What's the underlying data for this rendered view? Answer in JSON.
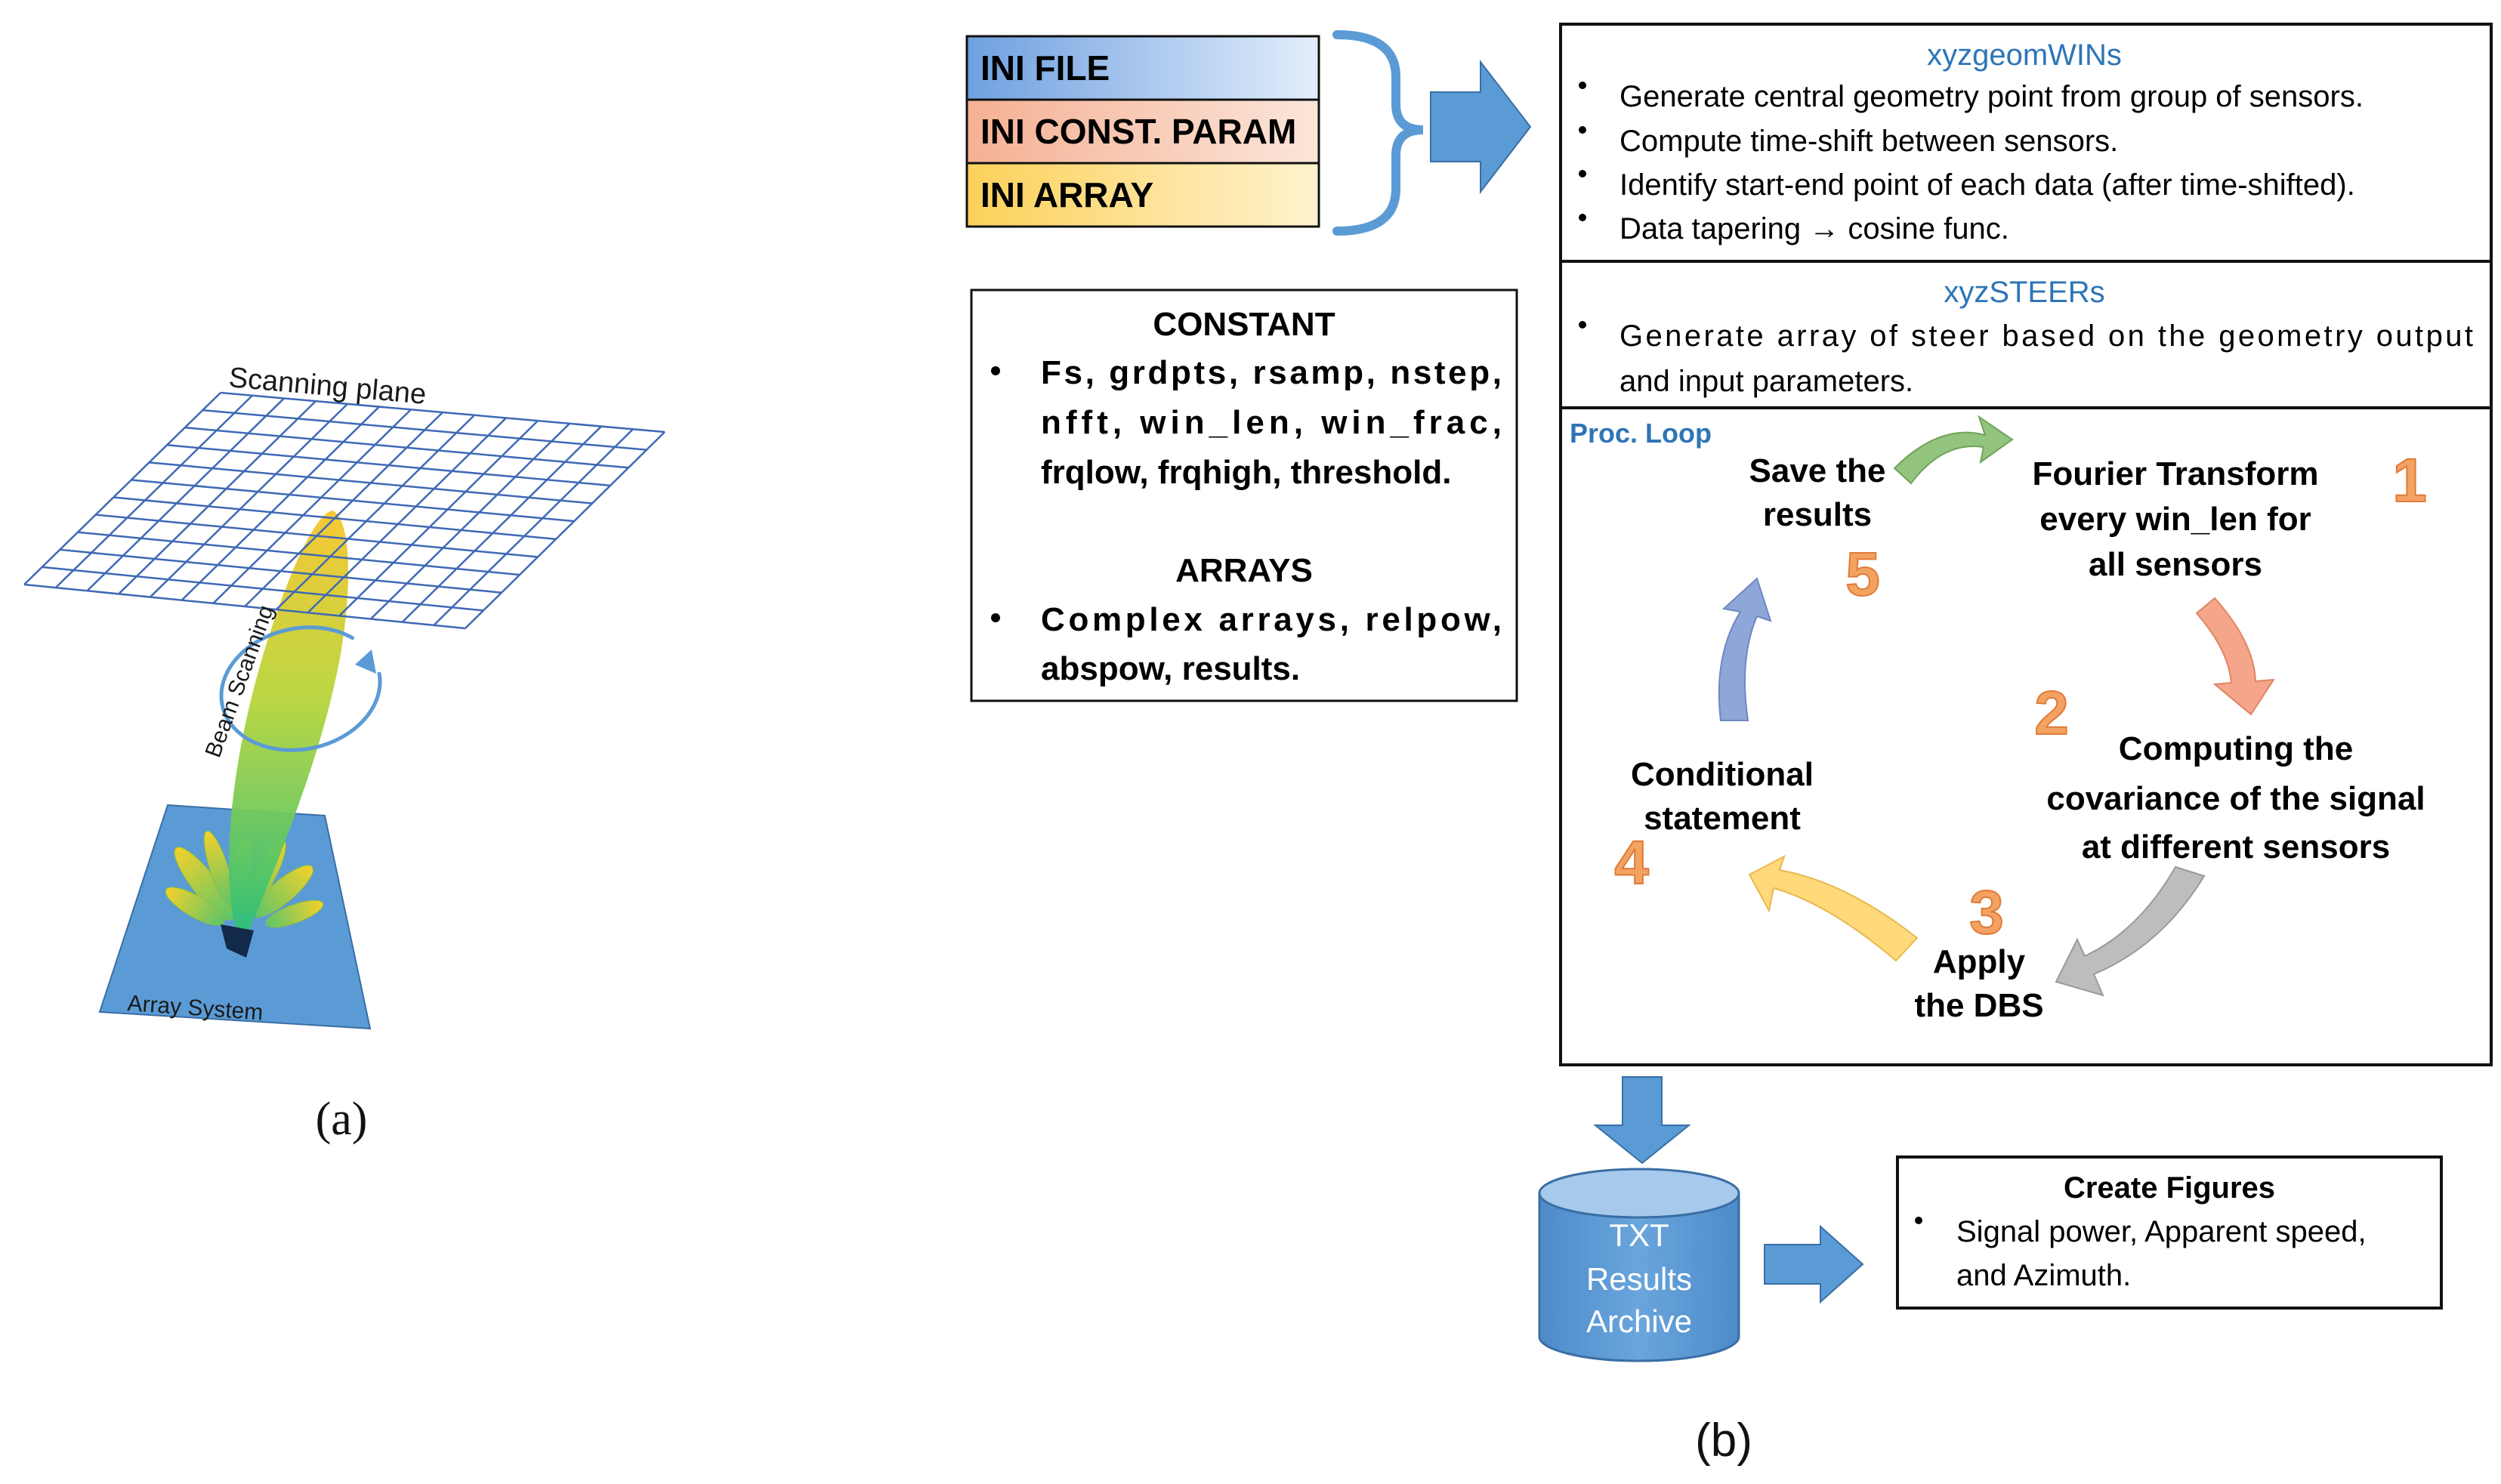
{
  "panel_a": {
    "caption": "(a)",
    "scanning_plane_label": "Scanning plane",
    "beam_scanning_label": "Beam Scanning",
    "array_system_label": "Array System"
  },
  "panel_b": {
    "caption": "(b)",
    "ini_stack": [
      "INI FILE",
      "INI CONST. PARAM",
      "INI ARRAY"
    ],
    "constant_box": {
      "title": "CONSTANT",
      "lines": [
        "Fs, grdpts, rsamp, nstep,",
        "nfft, win_len, win_frac,",
        "frqlow, frqhigh, threshold."
      ],
      "arrays_title": "ARRAYS",
      "arrays_lines": [
        "Complex arrays, relpow,",
        "abspow, results."
      ]
    },
    "geom_box": {
      "title": "xyzgeomWINs",
      "bullets": [
        "Generate central geometry point from group of sensors.",
        "Compute time-shift between sensors.",
        "Identify start-end point of each data (after time-shifted).",
        "Data tapering → cosine func."
      ]
    },
    "steer_box": {
      "title": "xyzSTEERs",
      "lines": [
        "Generate array of steer based on the geometry output",
        "and input parameters."
      ]
    },
    "proc_loop": {
      "label": "Proc. Loop",
      "steps": [
        {
          "num": "1",
          "lines": [
            "Fourier Transform",
            "every win_len for",
            "all sensors"
          ]
        },
        {
          "num": "2",
          "lines": [
            "Computing the",
            "covariance of the signal",
            "at different sensors"
          ]
        },
        {
          "num": "3",
          "lines": [
            "Apply",
            "the DBS"
          ]
        },
        {
          "num": "4",
          "lines": [
            "Conditional",
            "statement"
          ]
        },
        {
          "num": "5",
          "lines": [
            "Save the",
            "results"
          ]
        }
      ]
    },
    "archive": {
      "lines": [
        "TXT",
        "Results",
        "Archive"
      ]
    },
    "figures_box": {
      "title": "Create Figures",
      "lines": [
        "Signal power, Apparent speed,",
        "and Azimuth."
      ]
    }
  },
  "colors": {
    "accent_blue": "#5b9bd5",
    "title_blue": "#2e75b6",
    "step_number_orange": "#f4a261",
    "arrow_green": "#93c47d",
    "arrow_salmon": "#f4a58a",
    "arrow_gray": "#bdbdbd",
    "arrow_yellow": "#ffd97a",
    "arrow_purple": "#8fa6d8"
  }
}
